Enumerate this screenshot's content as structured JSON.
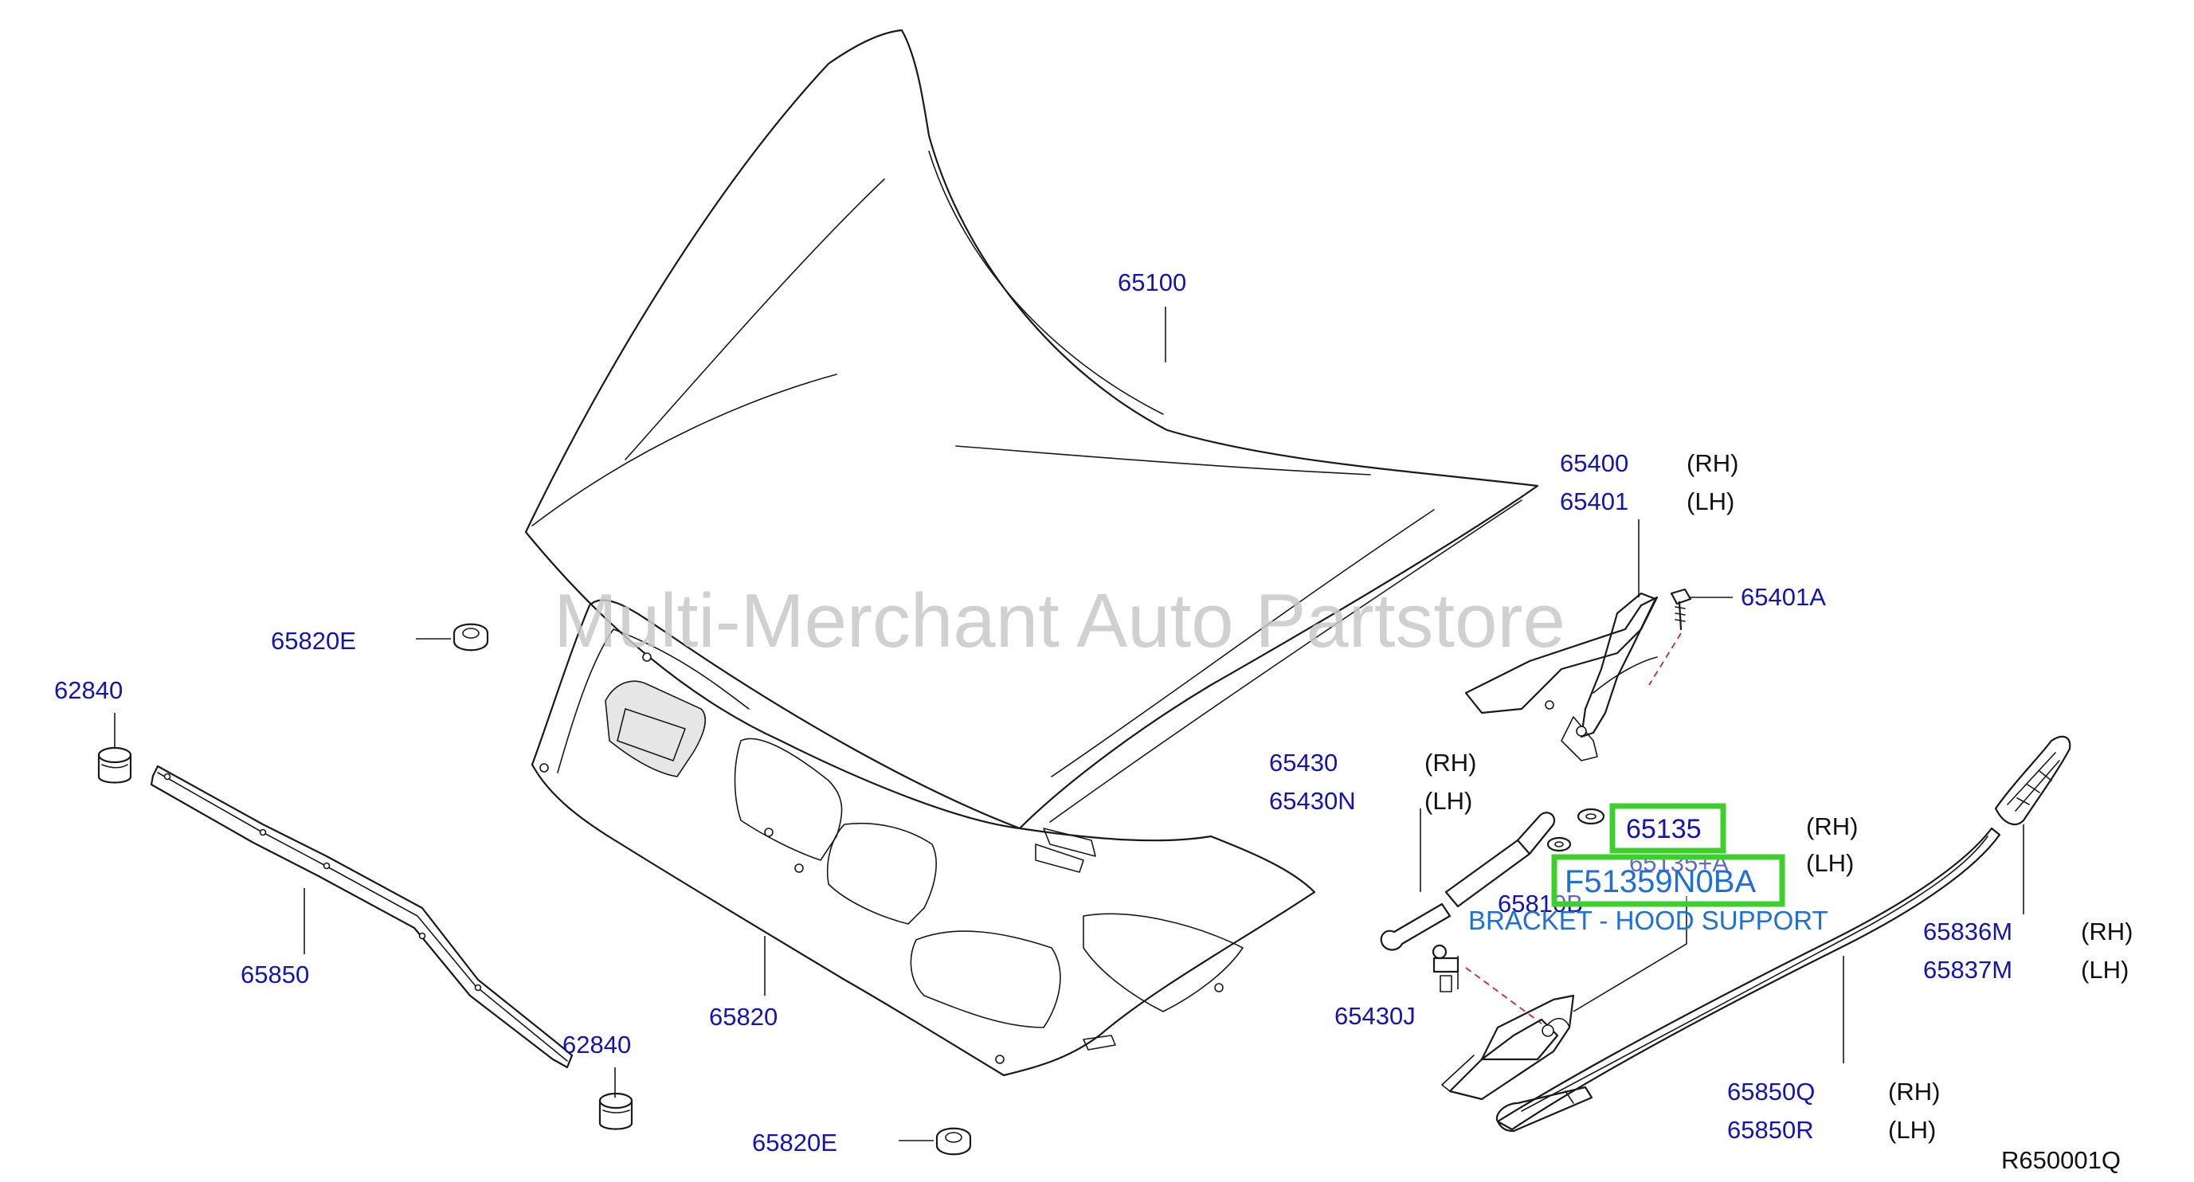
{
  "watermark": "Multi-Merchant Auto Partstore",
  "reference_code": "R650001Q",
  "callouts": {
    "p65100": "65100",
    "p65400": "65400",
    "p65400_side": "(RH)",
    "p65401": "65401",
    "p65401_side": "(LH)",
    "p65401A": "65401A",
    "p65820E_top": "65820E",
    "p62840_top": "62840",
    "p65850": "65850",
    "p65820": "65820",
    "p62840_bottom": "62840",
    "p65820E_bottom": "65820E",
    "p65430": "65430",
    "p65430_side": "(RH)",
    "p65430N": "65430N",
    "p65430N_side": "(LH)",
    "p65430J": "65430J",
    "p65135": "65135",
    "p65135_side": "(RH)",
    "p65135A": "65135+A",
    "p65135A_side": "(LH)",
    "p65810B": "65810B",
    "p65836M": "65836M",
    "p65836M_side": "(RH)",
    "p65837M": "65837M",
    "p65837M_side": "(LH)",
    "p65850Q": "65850Q",
    "p65850Q_side": "(RH)",
    "p65850R": "65850R",
    "p65850R_side": "(LH)"
  },
  "highlight": {
    "part_number": "F51359N0BA",
    "description": "BRACKET - HOOD SUPPORT",
    "color": "#3ecf2e"
  }
}
